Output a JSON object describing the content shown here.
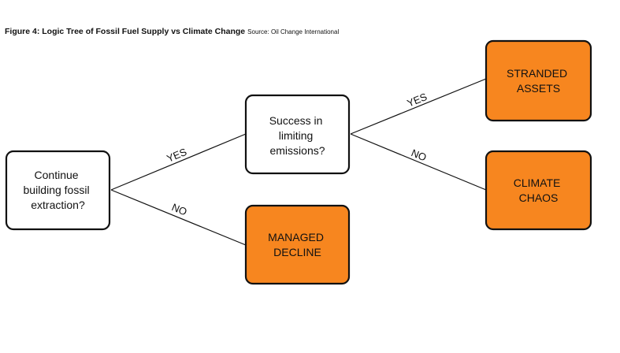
{
  "figure": {
    "title": "Figure 4: Logic Tree of Fossil Fuel Supply vs Climate Change",
    "source": "Source: Oil Change International"
  },
  "colors": {
    "decision_fill": "#ffffff",
    "outcome_fill": "#f7861f",
    "stroke": "#111111",
    "text": "#111111"
  },
  "nodes": {
    "continue": {
      "lines": [
        "Continue",
        "building fossil",
        "extraction?"
      ]
    },
    "success": {
      "lines": [
        "Success in",
        "limiting",
        "emissions?"
      ]
    },
    "managed": {
      "lines": [
        "MANAGED",
        "DECLINE"
      ]
    },
    "stranded": {
      "lines": [
        "STRANDED",
        "ASSETS"
      ]
    },
    "chaos": {
      "lines": [
        "CLIMATE",
        "CHAOS"
      ]
    }
  },
  "edges": {
    "continue_yes": {
      "label": "YES"
    },
    "continue_no": {
      "label": "NO"
    },
    "success_yes": {
      "label": "YES"
    },
    "success_no": {
      "label": "NO"
    }
  }
}
